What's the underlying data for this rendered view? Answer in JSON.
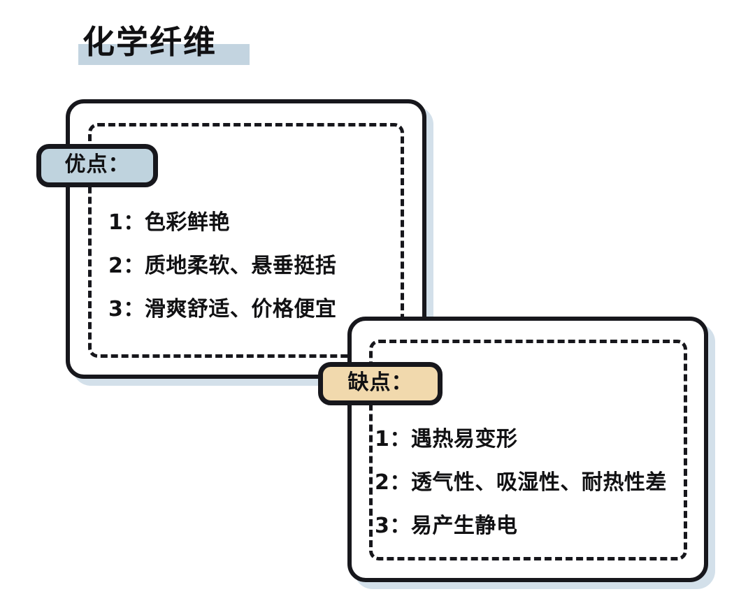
{
  "page": {
    "title": "化学纤维",
    "background_color": "#ffffff"
  },
  "title": {
    "text": "化学纤维",
    "highlight_color": "#c3d4e0",
    "text_color": "#111113"
  },
  "colors": {
    "outline": "#17171c",
    "pros_accent": "#bfd3de",
    "cons_accent": "#f1d9ad",
    "shadow": "#d3e0ea",
    "text": "#111113"
  },
  "cards": {
    "pros": {
      "badge_label": "优点：",
      "badge_color": "#bfd3de",
      "items": [
        "1：色彩鲜艳",
        "2：质地柔软、悬垂挺括",
        "3：滑爽舒适、价格便宜"
      ]
    },
    "cons": {
      "badge_label": "缺点：",
      "badge_color": "#f1d9ad",
      "items": [
        "1：遇热易变形",
        "2：透气性、吸湿性、耐热性差",
        "3：易产生静电"
      ]
    }
  }
}
